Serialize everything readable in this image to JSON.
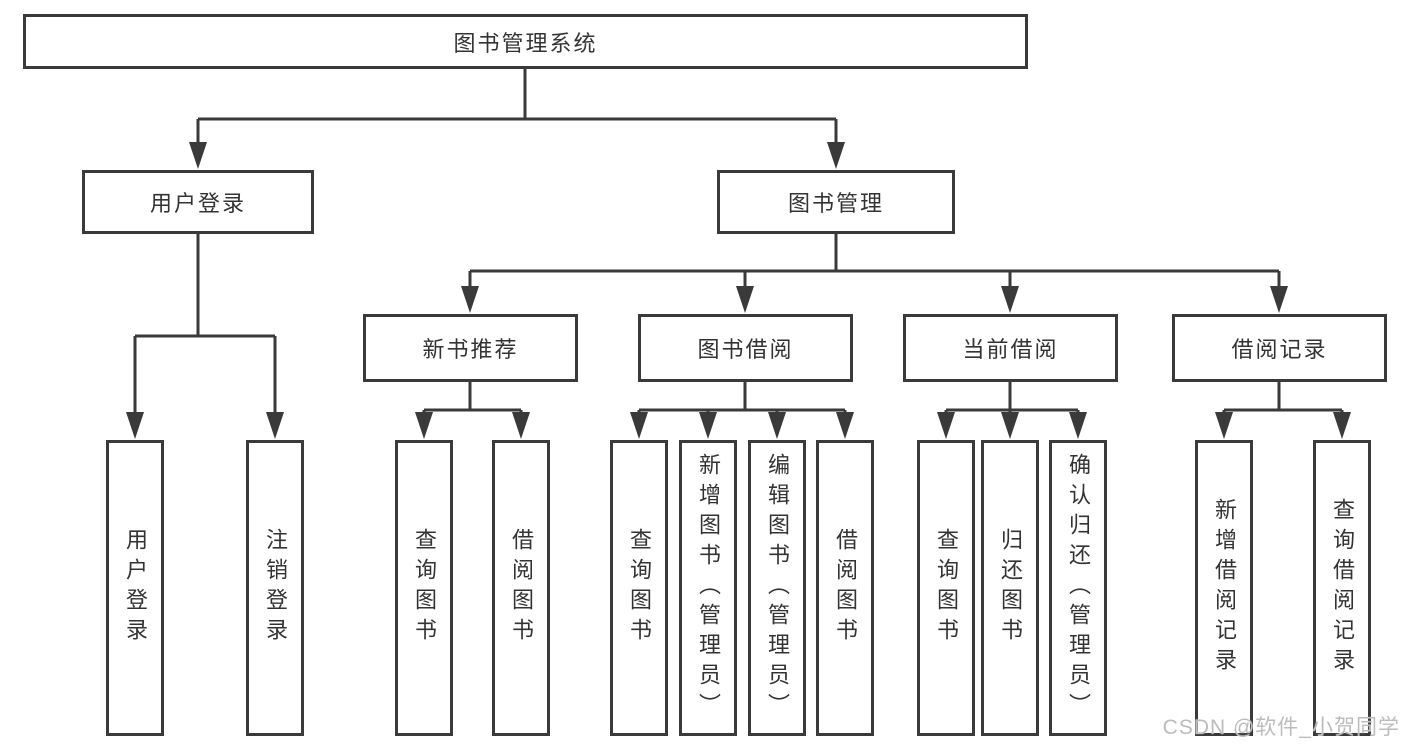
{
  "tree": {
    "root": "图书管理系统",
    "branches": [
      {
        "label": "用户登录",
        "children": [
          "用户登录",
          "注销登录"
        ]
      },
      {
        "label": "图书管理",
        "groups": [
          {
            "label": "新书推荐",
            "children": [
              "查询图书",
              "借阅图书"
            ]
          },
          {
            "label": "图书借阅",
            "children": [
              "查询图书",
              "新增图书（管理员）",
              "编辑图书（管理员）",
              "借阅图书"
            ]
          },
          {
            "label": "当前借阅",
            "children": [
              "查询图书",
              "归还图书",
              "确认归还（管理员）"
            ]
          },
          {
            "label": "借阅记录",
            "children": [
              "新增借阅记录",
              "查询借阅记录"
            ]
          }
        ]
      }
    ]
  },
  "watermark": "CSDN @软件_小贺同学",
  "colors": {
    "line": "#3a3a3a",
    "box_border": "#3a3a3a",
    "box_fill": "#ffffff",
    "text": "#333333",
    "watermark": "#bcbcbc"
  }
}
